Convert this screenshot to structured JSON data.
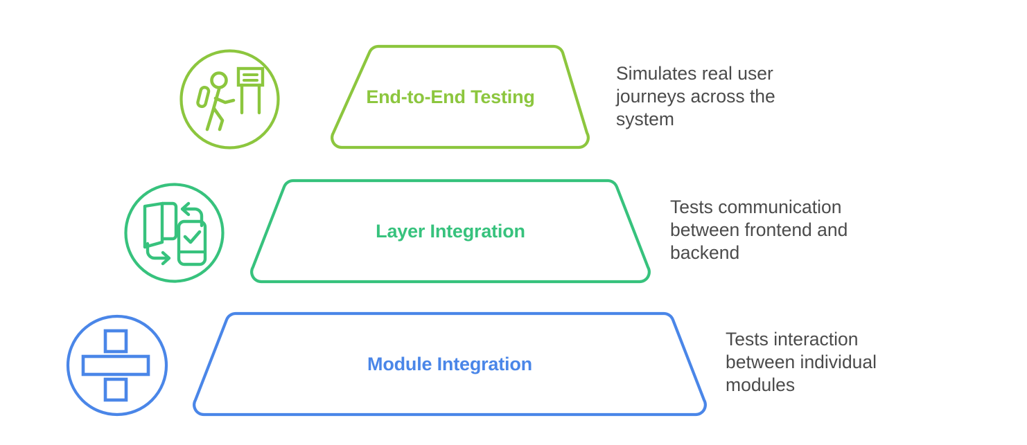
{
  "diagram": {
    "type": "layered-pyramid",
    "background_color": "#ffffff",
    "levels": [
      {
        "id": "end-to-end-testing",
        "label": "End-to-End Testing",
        "description": "Simulates real user\njourneys across the\nsystem",
        "color": "#8cc63e",
        "icon": "walking-person-signboard-icon",
        "order": 1
      },
      {
        "id": "layer-integration",
        "label": "Layer Integration",
        "description": "Tests communication\nbetween frontend and\nbackend",
        "color": "#37c27d",
        "icon": "device-exchange-arrows-icon",
        "order": 2
      },
      {
        "id": "module-integration",
        "label": "Module Integration",
        "description": "Tests interaction\nbetween individual\nmodules",
        "color": "#4a86e8",
        "icon": "stacked-modules-icon",
        "order": 3
      }
    ]
  }
}
